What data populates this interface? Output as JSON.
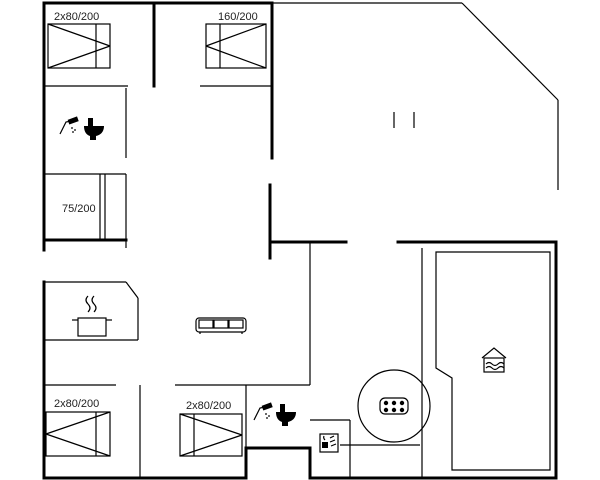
{
  "plan": {
    "labels": {
      "bed_top_left": "2x80/200",
      "bed_top_right": "160/200",
      "bed_middle_left": "75/200",
      "bed_bottom_left": "2x80/200",
      "bed_bottom_middle": "2x80/200"
    },
    "icons": [
      "bed-icon",
      "shower-toilet-icon",
      "stove-pot-icon",
      "sofa-icon",
      "whirlpool-icon",
      "pool-icon",
      "sauna-icon"
    ]
  }
}
